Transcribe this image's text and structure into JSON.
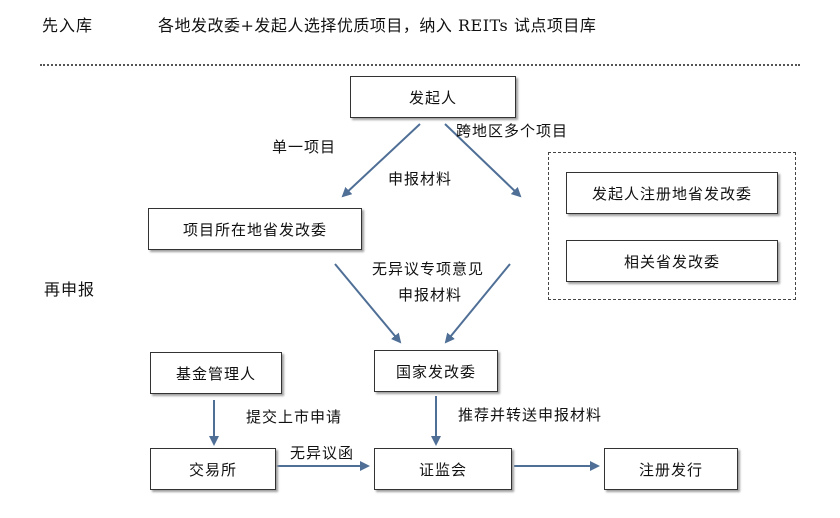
{
  "header": {
    "stage_label": "先入库",
    "stage_desc": "各地发改委+发起人选择优质项目，纳入 REITs 试点项目库"
  },
  "stage2_label": "再申报",
  "nodes": {
    "sponsor": "发起人",
    "local_ndrc": "项目所在地省发改委",
    "sponsor_reg_ndrc": "发起人注册地省发改委",
    "related_ndrc": "相关省发改委",
    "national_ndrc": "国家发改委",
    "fund_manager": "基金管理人",
    "exchange": "交易所",
    "csrc": "证监会",
    "registration": "注册发行"
  },
  "edges": {
    "single_project": "单一项目",
    "cross_region": "跨地区多个项目",
    "declare_materials_1": "申报材料",
    "no_objection_opinion": "无异议专项意见",
    "declare_materials_2": "申报材料",
    "submit_listing": "提交上市申请",
    "no_objection_letter": "无异议函",
    "recommend_forward": "推荐并转送申报材料"
  },
  "colors": {
    "arrow": "#4f6f96",
    "box_border": "#333333",
    "dashed": "#444444"
  }
}
